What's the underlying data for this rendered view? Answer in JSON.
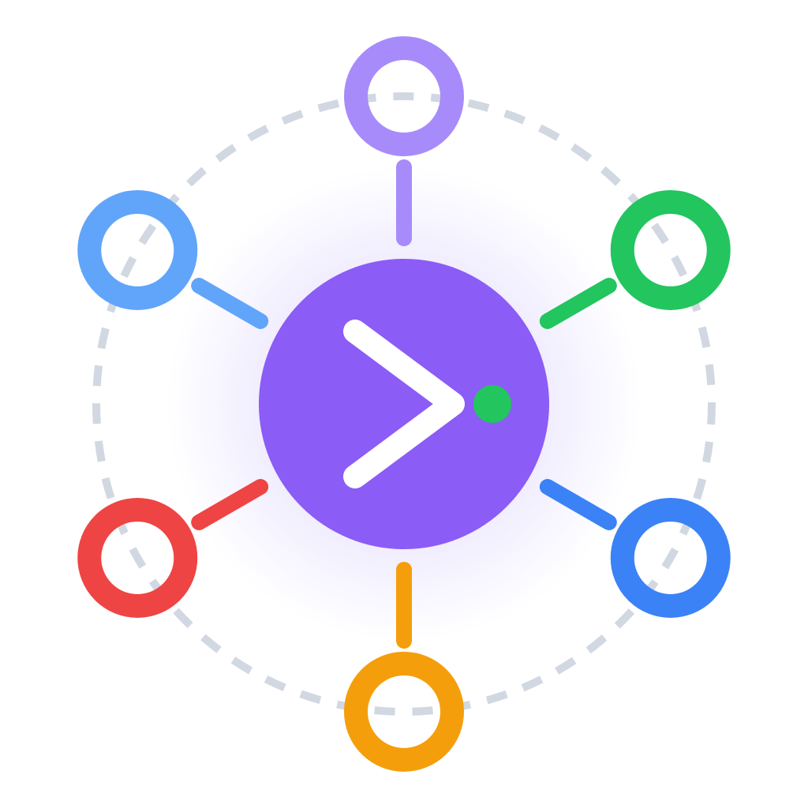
{
  "colors": {
    "background": "#ffffff",
    "orbit_dash": "#d1d8e2",
    "hub_fill": "#8b5cf6",
    "hub_glow": "#c4b5fd",
    "chevron": "#ffffff",
    "status_dot": "#22c55e"
  },
  "hub": {
    "icon": "terminal-prompt-icon",
    "status_indicator": "online-dot"
  },
  "nodes": [
    {
      "id": "top",
      "color": "#a78bfa"
    },
    {
      "id": "upper-right",
      "color": "#22c55e"
    },
    {
      "id": "lower-right",
      "color": "#3b82f6"
    },
    {
      "id": "bottom",
      "color": "#f59e0b"
    },
    {
      "id": "lower-left",
      "color": "#ef4444"
    },
    {
      "id": "upper-left",
      "color": "#60a5fa"
    }
  ]
}
